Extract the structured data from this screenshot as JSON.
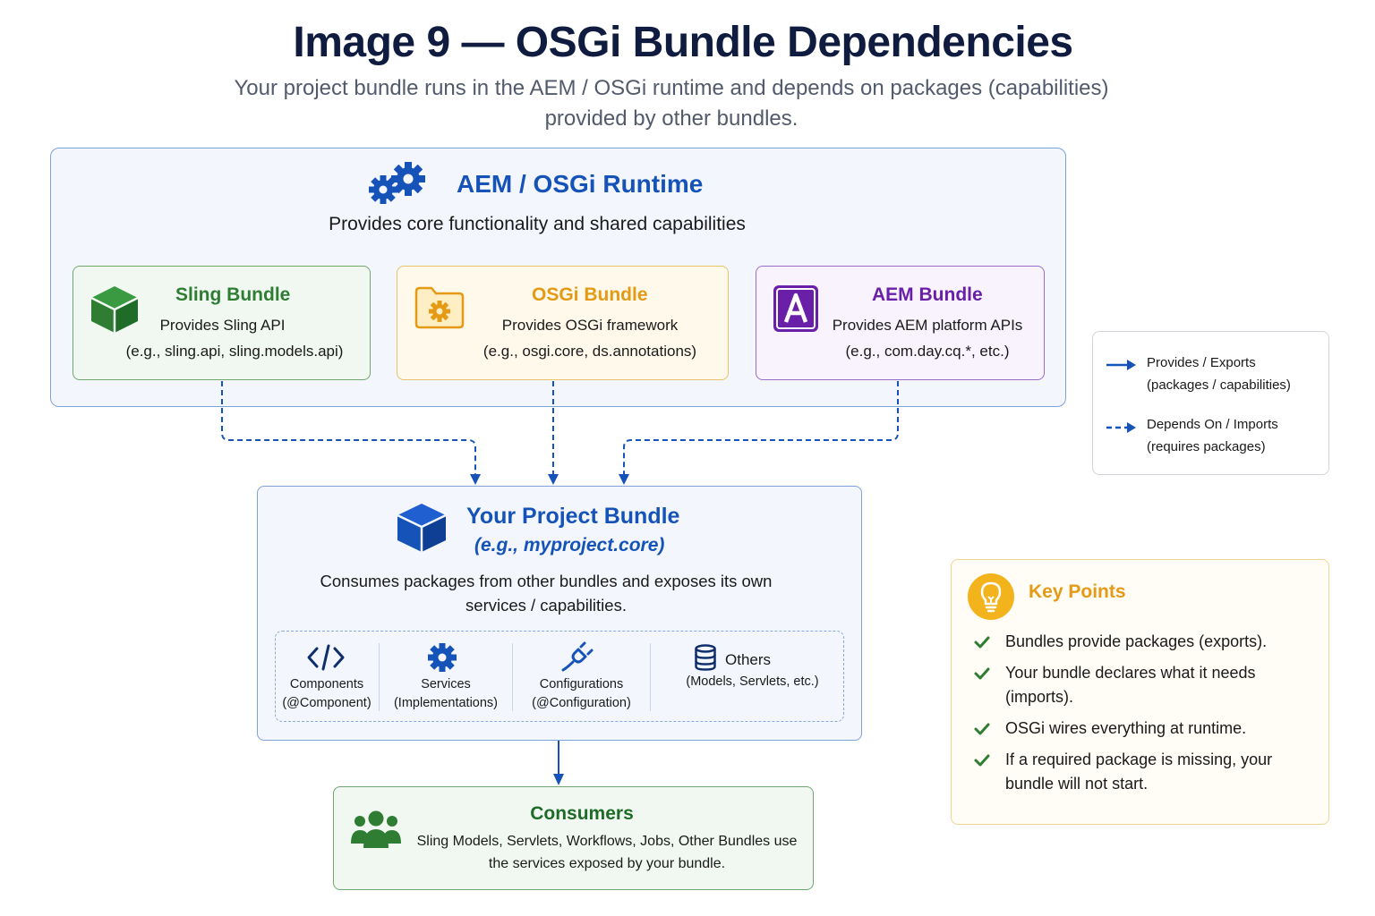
{
  "header": {
    "title": "Image 9 — OSGi Bundle Dependencies",
    "subtitle": "Your project bundle runs in the AEM / OSGi runtime and depends on packages (capabilities) provided by other bundles."
  },
  "runtime": {
    "title": "AEM / OSGi Runtime",
    "subtitle": "Provides core functionality and shared capabilities",
    "icon": "gears-icon"
  },
  "bundles": [
    {
      "title": "Sling Bundle",
      "line1": "Provides Sling API",
      "line2": "(e.g., sling.api, sling.models.api)",
      "icon": "cube-icon",
      "color": "#2e7d32"
    },
    {
      "title": "OSGi Bundle",
      "line1": "Provides OSGi framework",
      "line2": "(e.g., osgi.core, ds.annotations)",
      "icon": "folder-gear-icon",
      "color": "#e49a14"
    },
    {
      "title": "AEM Bundle",
      "line1": "Provides AEM platform APIs",
      "line2": "(e.g., com.day.cq.*, etc.)",
      "icon": "letter-a-icon",
      "color": "#6a1fa8"
    }
  ],
  "legend": {
    "provides": {
      "line1": "Provides / Exports",
      "line2": "(packages / capabilities)"
    },
    "depends": {
      "line1": "Depends On / Imports",
      "line2": "(requires packages)"
    }
  },
  "project": {
    "title": "Your Project Bundle",
    "example": "(e.g., myproject.core)",
    "description": "Consumes packages from other bundles and exposes its own services / capabilities.",
    "parts": [
      {
        "label": "Components",
        "sub": "(@Component)",
        "icon": "code-icon"
      },
      {
        "label": "Services",
        "sub": "(Implementations)",
        "icon": "gear-icon"
      },
      {
        "label": "Configurations",
        "sub": "(@Configuration)",
        "icon": "plug-icon"
      },
      {
        "label": "Others",
        "sub": "(Models, Servlets, etc.)",
        "icon": "database-icon"
      }
    ]
  },
  "consumers": {
    "title": "Consumers",
    "description": "Sling Models, Servlets, Workflows, Jobs, Other Bundles use the services exposed by your bundle.",
    "icon": "users-icon"
  },
  "key_points": {
    "title": "Key Points",
    "items": [
      "Bundles provide packages (exports).",
      "Your bundle declares what it needs (imports).",
      "OSGi wires everything at runtime.",
      "If a required package is missing, your bundle will not start."
    ]
  },
  "colors": {
    "primary_blue": "#1653b8",
    "green": "#2e7d32",
    "amber": "#e49a14",
    "purple": "#6a1fa8"
  }
}
